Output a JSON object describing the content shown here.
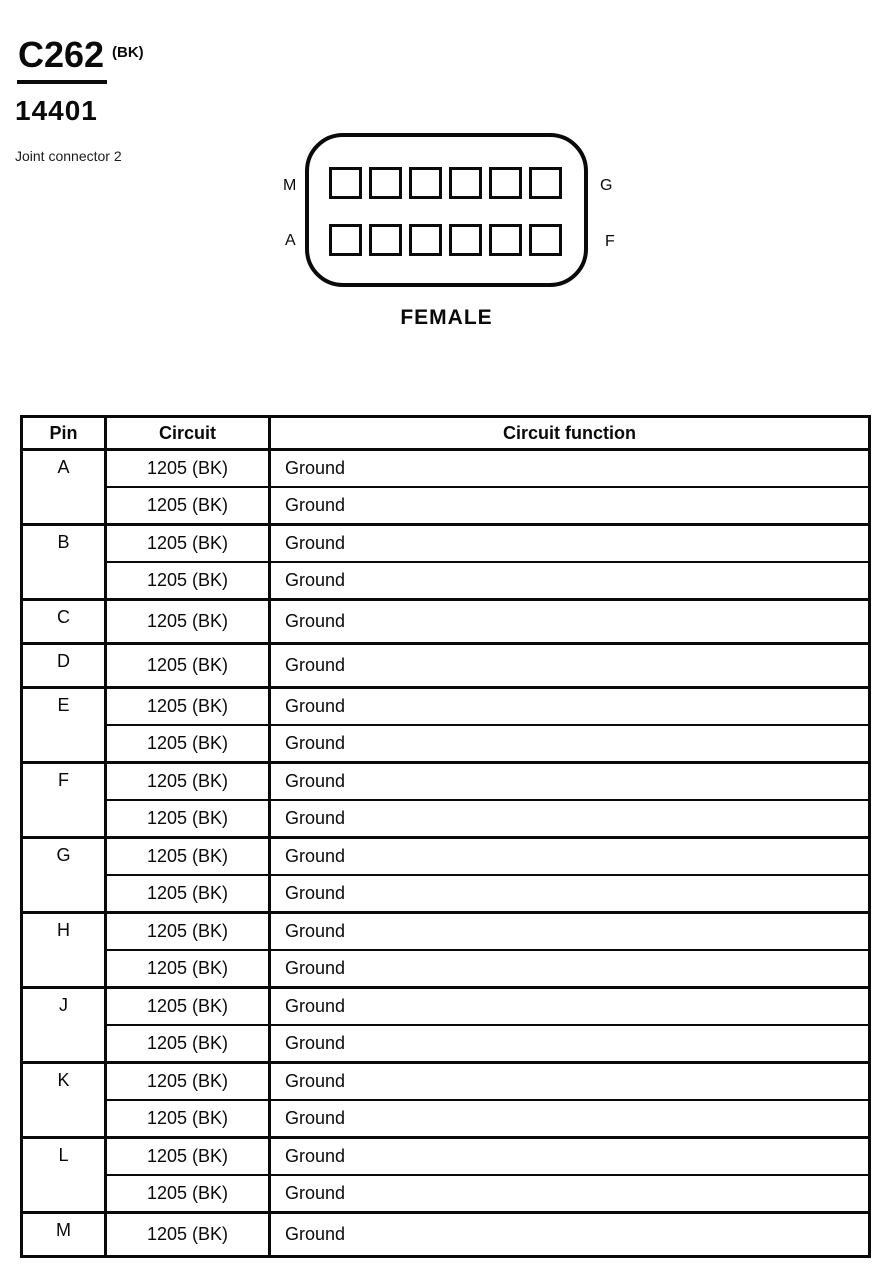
{
  "header": {
    "connector_id": "C262",
    "color_code": "(BK)",
    "part_number": "14401",
    "description": "Joint connector 2"
  },
  "connector": {
    "gender_label": "FEMALE",
    "rows": 2,
    "columns": 6,
    "corner_labels": {
      "top_left": "M",
      "top_right": "G",
      "bottom_left": "A",
      "bottom_right": "F"
    }
  },
  "pin_table": {
    "columns": [
      "Pin",
      "Circuit",
      "Circuit function"
    ],
    "rows": [
      {
        "pin": "A",
        "circuits": [
          {
            "circuit": "1205 (BK)",
            "function": "Ground"
          },
          {
            "circuit": "1205 (BK)",
            "function": "Ground"
          }
        ]
      },
      {
        "pin": "B",
        "circuits": [
          {
            "circuit": "1205 (BK)",
            "function": "Ground"
          },
          {
            "circuit": "1205 (BK)",
            "function": "Ground"
          }
        ]
      },
      {
        "pin": "C",
        "circuits": [
          {
            "circuit": "1205 (BK)",
            "function": "Ground"
          }
        ]
      },
      {
        "pin": "D",
        "circuits": [
          {
            "circuit": "1205 (BK)",
            "function": "Ground"
          }
        ]
      },
      {
        "pin": "E",
        "circuits": [
          {
            "circuit": "1205 (BK)",
            "function": "Ground"
          },
          {
            "circuit": "1205 (BK)",
            "function": "Ground"
          }
        ]
      },
      {
        "pin": "F",
        "circuits": [
          {
            "circuit": "1205 (BK)",
            "function": "Ground"
          },
          {
            "circuit": "1205 (BK)",
            "function": "Ground"
          }
        ]
      },
      {
        "pin": "G",
        "circuits": [
          {
            "circuit": "1205 (BK)",
            "function": "Ground"
          },
          {
            "circuit": "1205 (BK)",
            "function": "Ground"
          }
        ]
      },
      {
        "pin": "H",
        "circuits": [
          {
            "circuit": "1205 (BK)",
            "function": "Ground"
          },
          {
            "circuit": "1205 (BK)",
            "function": "Ground"
          }
        ]
      },
      {
        "pin": "J",
        "circuits": [
          {
            "circuit": "1205 (BK)",
            "function": "Ground"
          },
          {
            "circuit": "1205 (BK)",
            "function": "Ground"
          }
        ]
      },
      {
        "pin": "K",
        "circuits": [
          {
            "circuit": "1205 (BK)",
            "function": "Ground"
          },
          {
            "circuit": "1205 (BK)",
            "function": "Ground"
          }
        ]
      },
      {
        "pin": "L",
        "circuits": [
          {
            "circuit": "1205 (BK)",
            "function": "Ground"
          },
          {
            "circuit": "1205 (BK)",
            "function": "Ground"
          }
        ]
      },
      {
        "pin": "M",
        "circuits": [
          {
            "circuit": "1205 (BK)",
            "function": "Ground"
          }
        ]
      }
    ]
  },
  "colors": {
    "ink": "#0a0a0a",
    "paper": "#ffffff"
  }
}
